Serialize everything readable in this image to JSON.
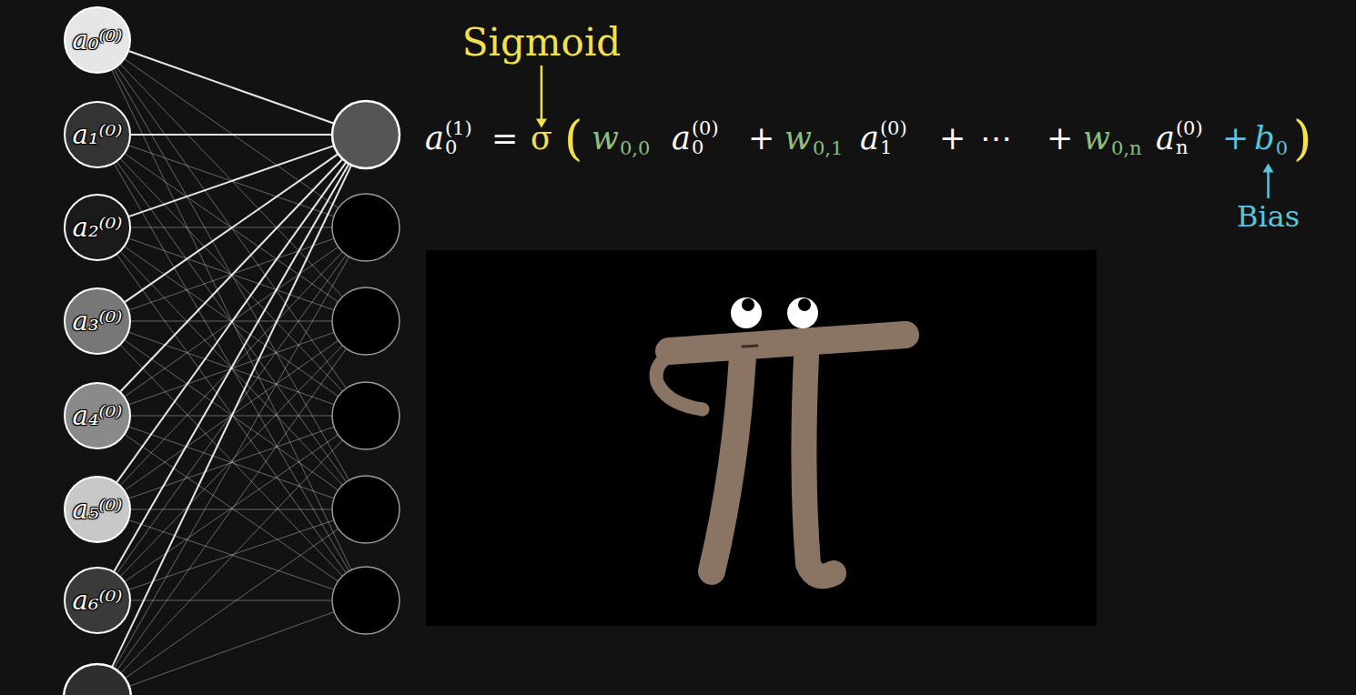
{
  "diagram": {
    "nodes": [
      {
        "text": [
          "a₀⁽⁰⁾"
        ]
      },
      {
        "text": [
          "a₁⁽⁰⁾"
        ]
      },
      {
        "text": [
          "a₂⁽⁰⁾"
        ]
      },
      {
        "text": [
          "a₃⁽⁰⁾"
        ]
      },
      {
        "text": [
          "a₄⁽⁰⁾"
        ]
      },
      {
        "text": [
          "a₅⁽⁰⁾"
        ]
      },
      {
        "text": [
          "a₆⁽⁰⁾"
        ]
      }
    ],
    "labels": [
      "Sigmoid",
      "a",
      "0",
      "(1)",
      "=",
      "σ",
      "(",
      "w",
      "0,0",
      "a",
      "0",
      "(0)",
      "+",
      "w",
      "0,1",
      "a",
      "1",
      "(0)",
      "+",
      "⋯",
      "+",
      "w",
      "0,n",
      "a",
      "n",
      "(0)",
      "+",
      "b",
      "0",
      ")",
      "Bias"
    ]
  }
}
